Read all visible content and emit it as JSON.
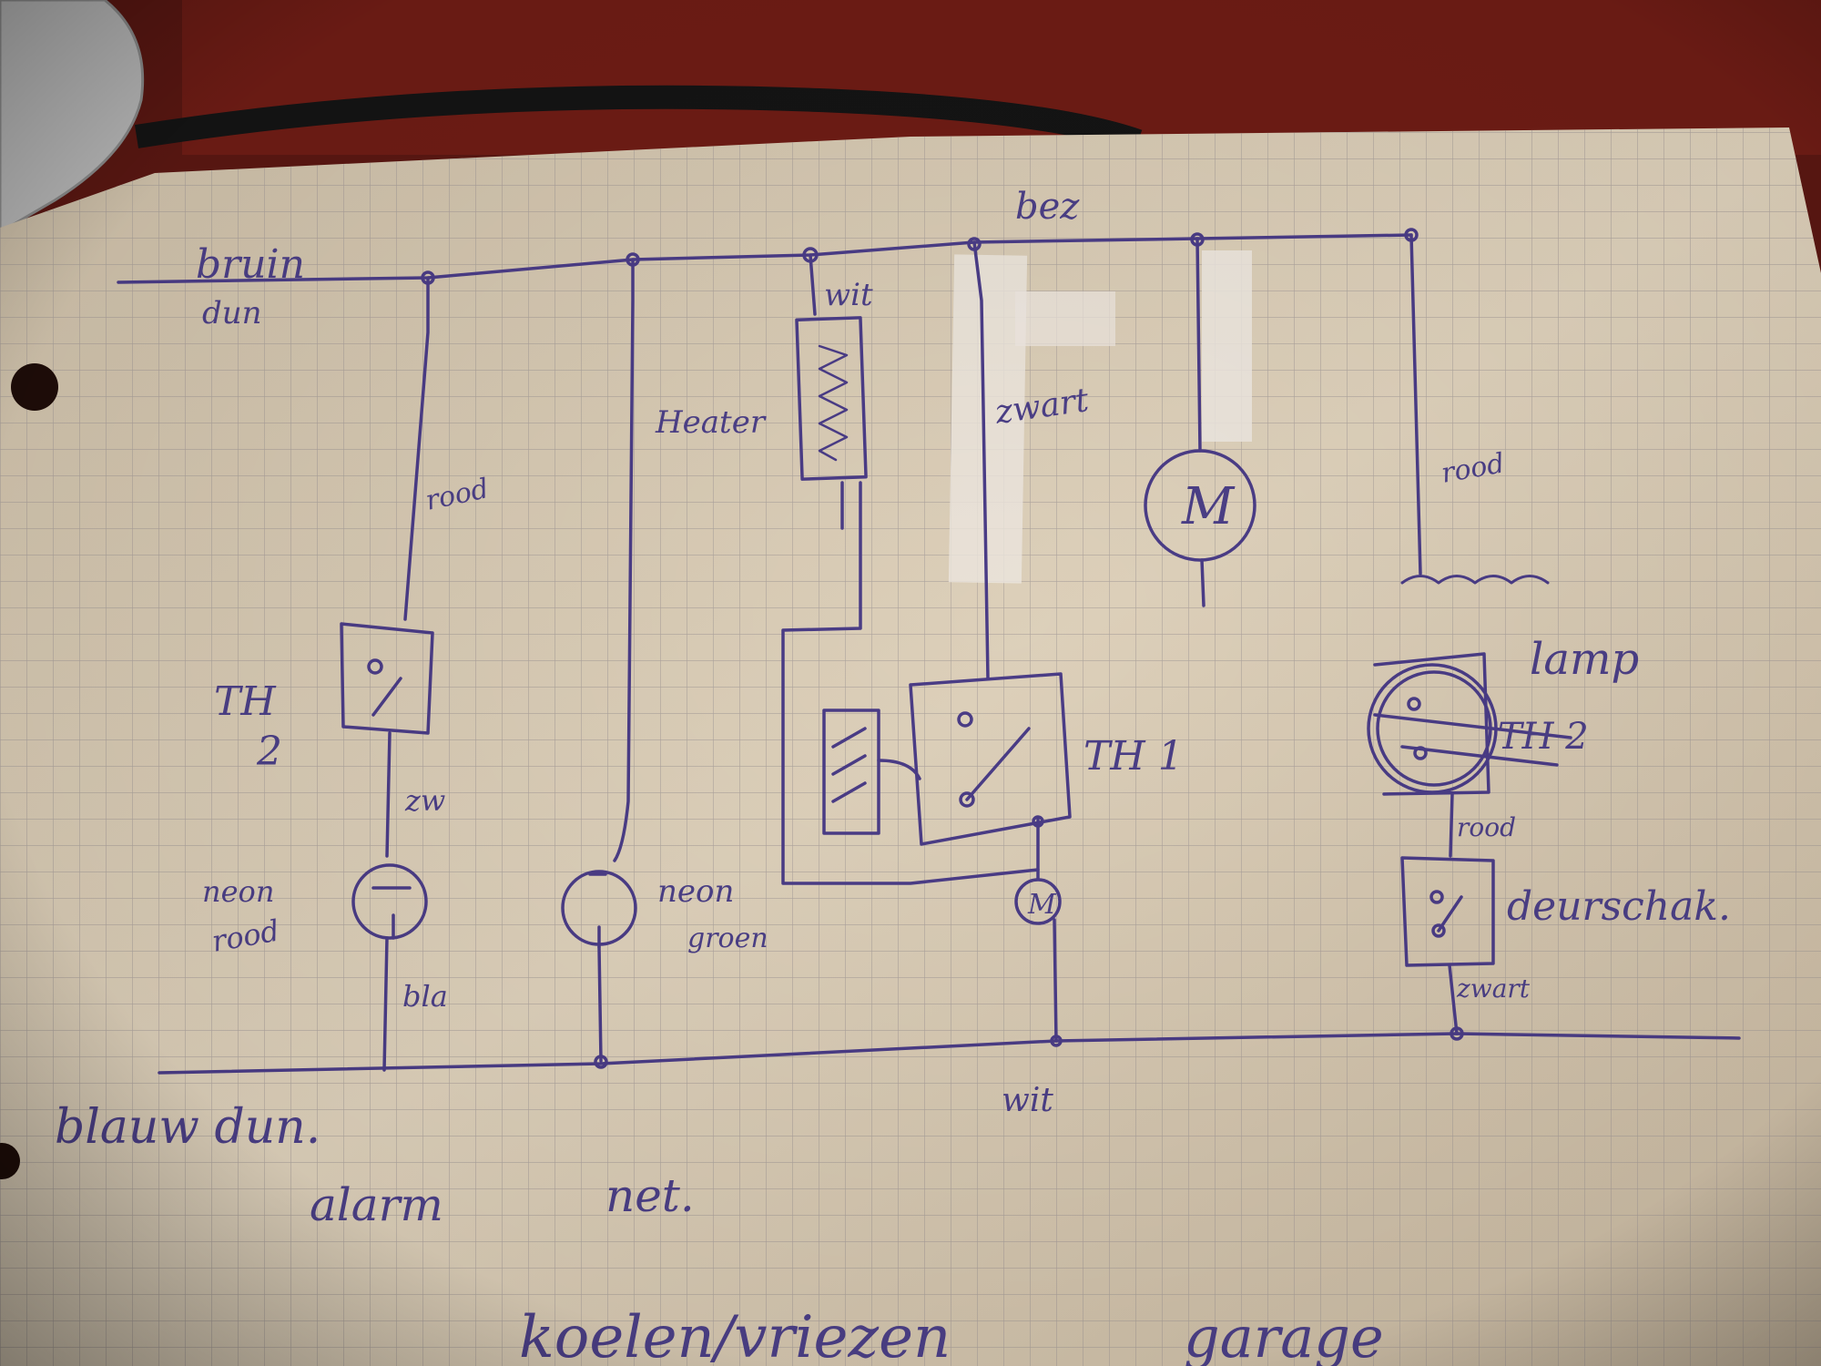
{
  "diagram": {
    "colors": {
      "ink": "#4a3c86",
      "paper": "#d9cbb6",
      "grid": "#9a9292",
      "tablecloth": "#6a1c16",
      "tape": "#ece6df"
    },
    "labels": {
      "top_left_wire": "bruin",
      "top_left_wire_2": "dun",
      "top_wire": "bez",
      "red_wire_left": "rood",
      "heater": "Heater",
      "white_wire": "wit",
      "black_wire": "zwart",
      "motor_big": "M",
      "red_wire_right": "rood",
      "lamp": "lamp",
      "th2_left_a": "TH",
      "th2_left_b": "2",
      "zw": "zw",
      "neon_red_a": "neon",
      "neon_red_b": "rood",
      "blue_wire": "bla",
      "neon_green_a": "neon",
      "neon_green_b": "groen",
      "th1": "TH 1",
      "motor_small": "M",
      "th2_right": "TH 2",
      "red_wire_lamp": "rood",
      "door_switch": "deurschak.",
      "black_wire_bottom": "zwart",
      "bottom_left_wire": "blauw dun.",
      "bottom_mid_wire": "wit",
      "alarm": "alarm",
      "net": "net.",
      "footer_a": "koelen/vriezen",
      "footer_b": "garage"
    }
  }
}
